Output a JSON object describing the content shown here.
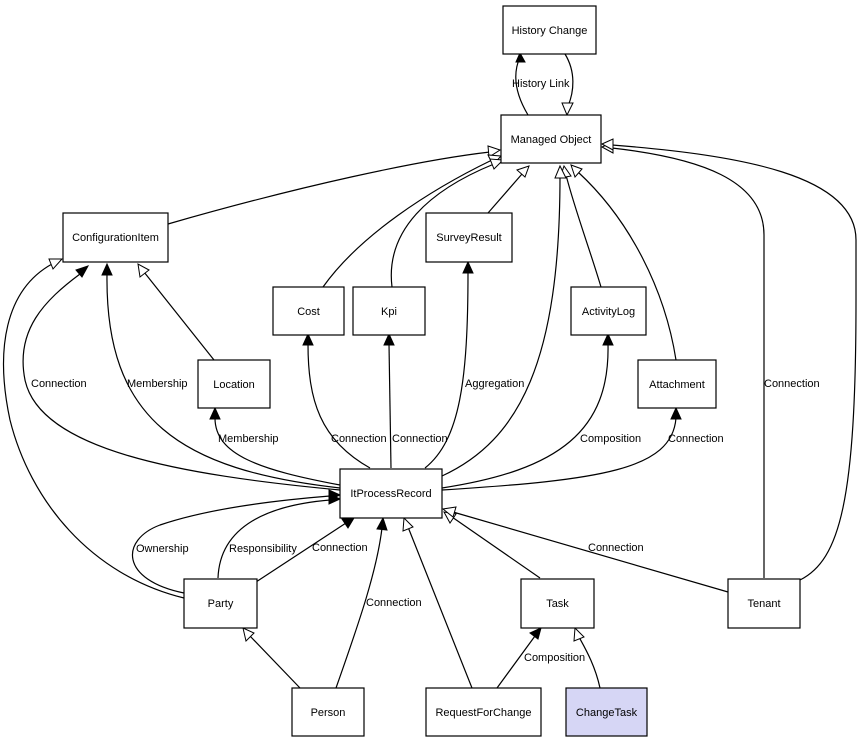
{
  "diagram": {
    "nodes": {
      "history_change": "History Change",
      "managed_object": "Managed Object",
      "configuration_item": "ConfigurationItem",
      "survey_result": "SurveyResult",
      "cost": "Cost",
      "kpi": "Kpi",
      "activity_log": "ActivityLog",
      "location": "Location",
      "attachment": "Attachment",
      "it_process_record": "ItProcessRecord",
      "party": "Party",
      "task": "Task",
      "tenant": "Tenant",
      "person": "Person",
      "request_for_change": "RequestForChange",
      "change_task": "ChangeTask"
    },
    "edge_labels": {
      "history_link": "History Link",
      "ci_connection": "Connection",
      "ci_membership": "Membership",
      "location_membership": "Membership",
      "cost_connection": "Connection",
      "kpi_connection": "Connection",
      "survey_aggregation": "Aggregation",
      "activitylog_composition": "Composition",
      "attachment_connection": "Connection",
      "tenant_connection": "Connection",
      "party_ownership": "Ownership",
      "party_responsibility": "Responsibility",
      "party_connection": "Connection",
      "person_connection": "Connection",
      "tenant_itpr_connection": "Connection",
      "task_composition": "Composition"
    },
    "colors": {
      "highlight_fill": "#d6d6f5",
      "stroke": "#000000",
      "background": "#ffffff"
    }
  }
}
